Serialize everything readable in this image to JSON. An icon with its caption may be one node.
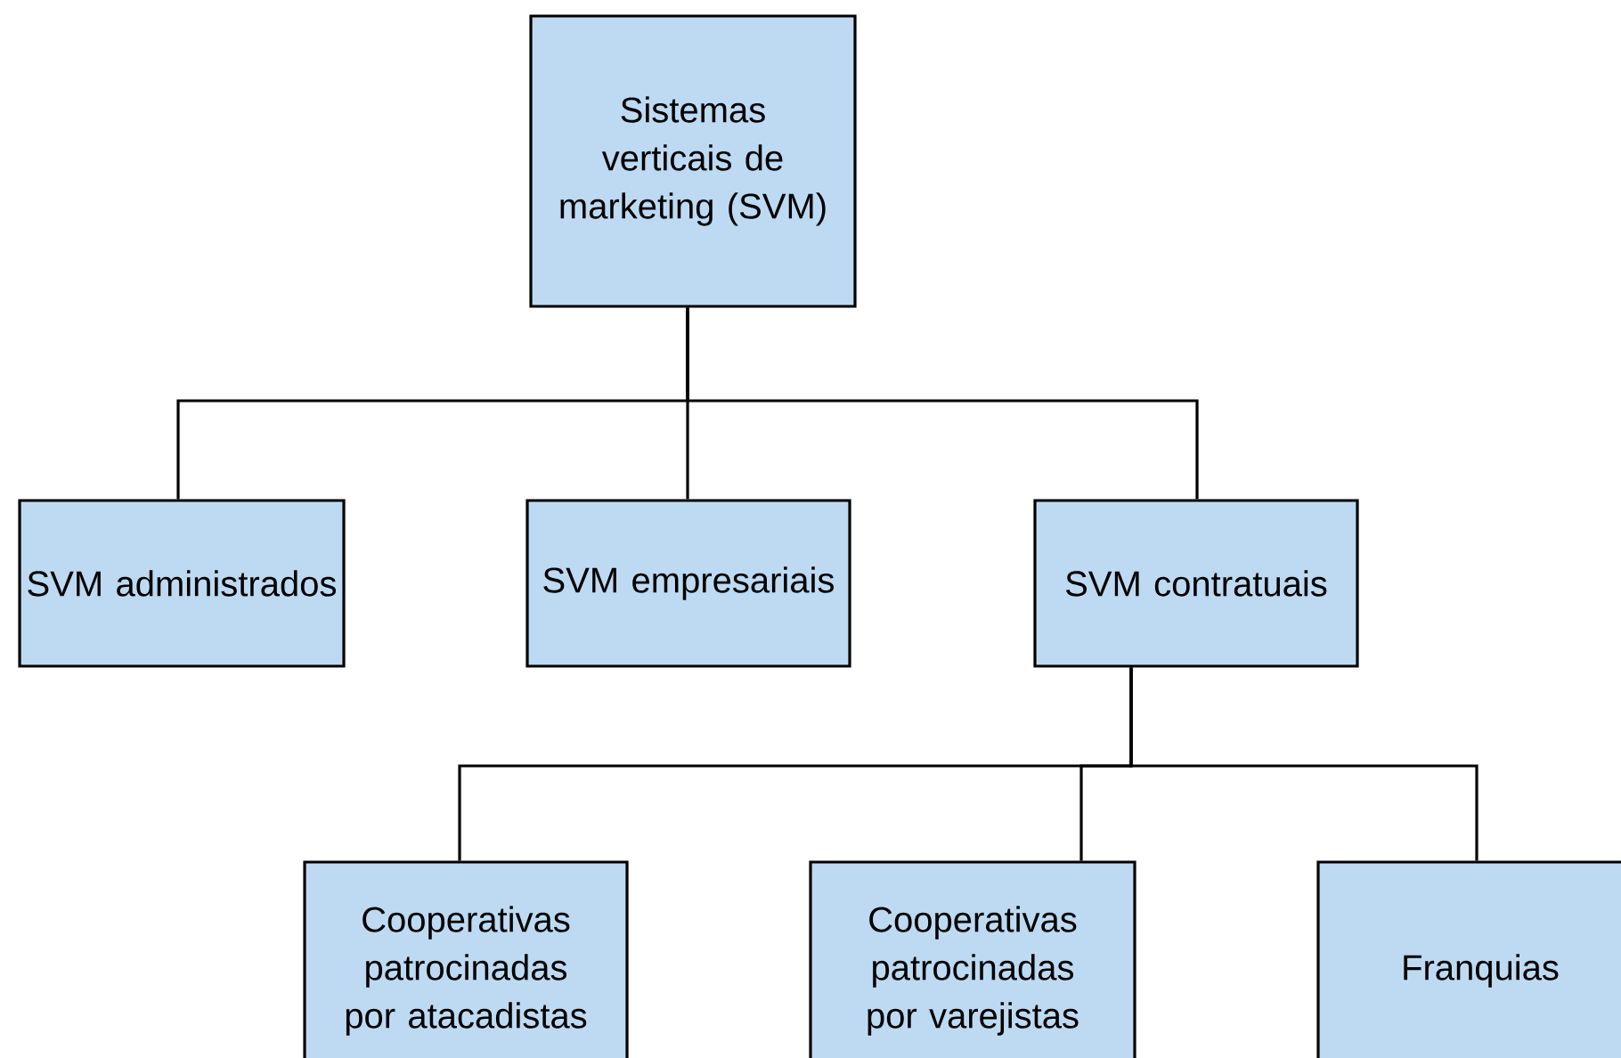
{
  "diagram": {
    "nodes": [
      {
        "text": [
          "Sistemas verticais de marketing (SVM)"
        ]
      },
      {
        "text": [
          "SVM administrados"
        ]
      },
      {
        "text": [
          "SVM empresariais"
        ]
      },
      {
        "text": [
          "SVM contratuais"
        ]
      },
      {
        "text": [
          "Cooperativas patrocinadas por atacadistas"
        ]
      },
      {
        "text": [
          "Cooperativas patrocinadas por varejistas"
        ]
      },
      {
        "text": [
          "Franquias"
        ]
      }
    ],
    "edges": [
      {
        "from": 0,
        "to": 1,
        "arrow": "none"
      },
      {
        "from": 0,
        "to": 2,
        "arrow": "none"
      },
      {
        "from": 0,
        "to": 3,
        "arrow": "none"
      },
      {
        "from": 3,
        "to": 4,
        "arrow": "none"
      },
      {
        "from": 3,
        "to": 5,
        "arrow": "none"
      },
      {
        "from": 3,
        "to": 6,
        "arrow": "none"
      }
    ]
  }
}
